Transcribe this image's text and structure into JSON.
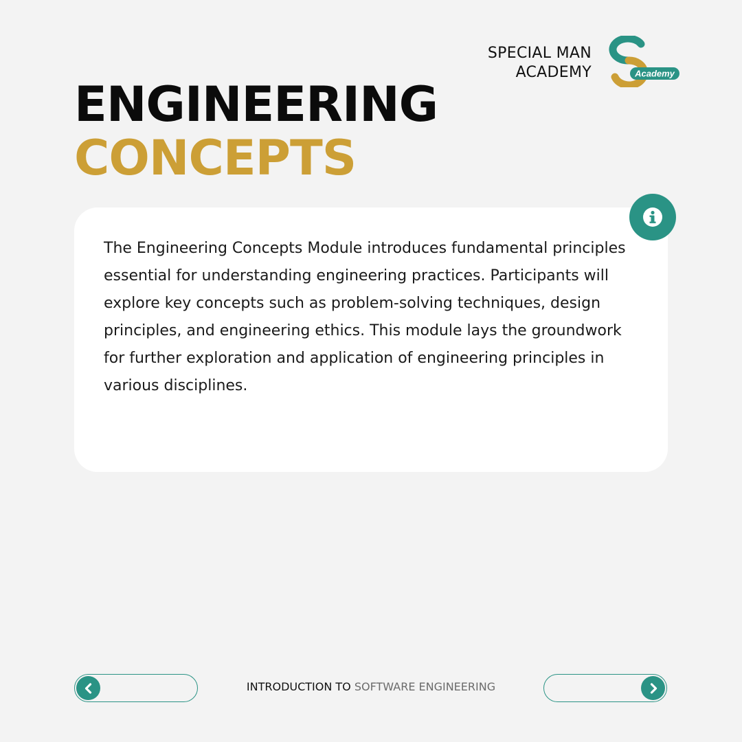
{
  "brand": {
    "line1": "SPECIAL MAN",
    "line2": "ACADEMY",
    "logo_badge_text": "Academy",
    "logo_icon": "s-swirl-logo-icon"
  },
  "title": {
    "line1": "ENGINEERING",
    "line2": "CONCEPTS"
  },
  "card": {
    "body": "The Engineering Concepts Module introduces fundamental principles essential for understanding engineering practices. Participants will explore key concepts such as problem-solving techniques, design principles, and engineering ethics. This module lays the groundwork for further exploration and application of engineering principles in various disciplines.",
    "badge_icon": "info-icon"
  },
  "footer": {
    "label_main": "INTRODUCTION TO ",
    "label_accent": "SOFTWARE ENGINEERING",
    "prev_icon": "chevron-left-icon",
    "next_icon": "chevron-right-icon"
  },
  "colors": {
    "teal": "#2a9385",
    "gold": "#cc9f36",
    "background": "#f3f3f3",
    "card": "#ffffff"
  }
}
